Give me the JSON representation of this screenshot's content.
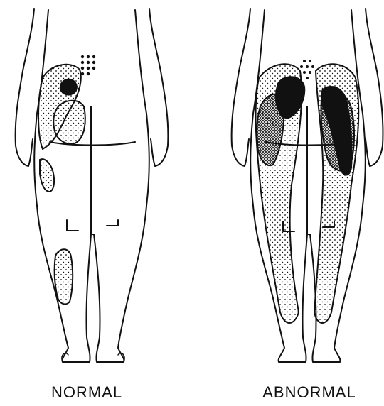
{
  "figure": {
    "panels": [
      {
        "id": "normal",
        "caption": "NORMAL"
      },
      {
        "id": "abnormal",
        "caption": "ABNORMAL"
      }
    ]
  },
  "colors": {
    "line": "#111111",
    "fill_dark": "#111111",
    "background": "#ffffff"
  }
}
